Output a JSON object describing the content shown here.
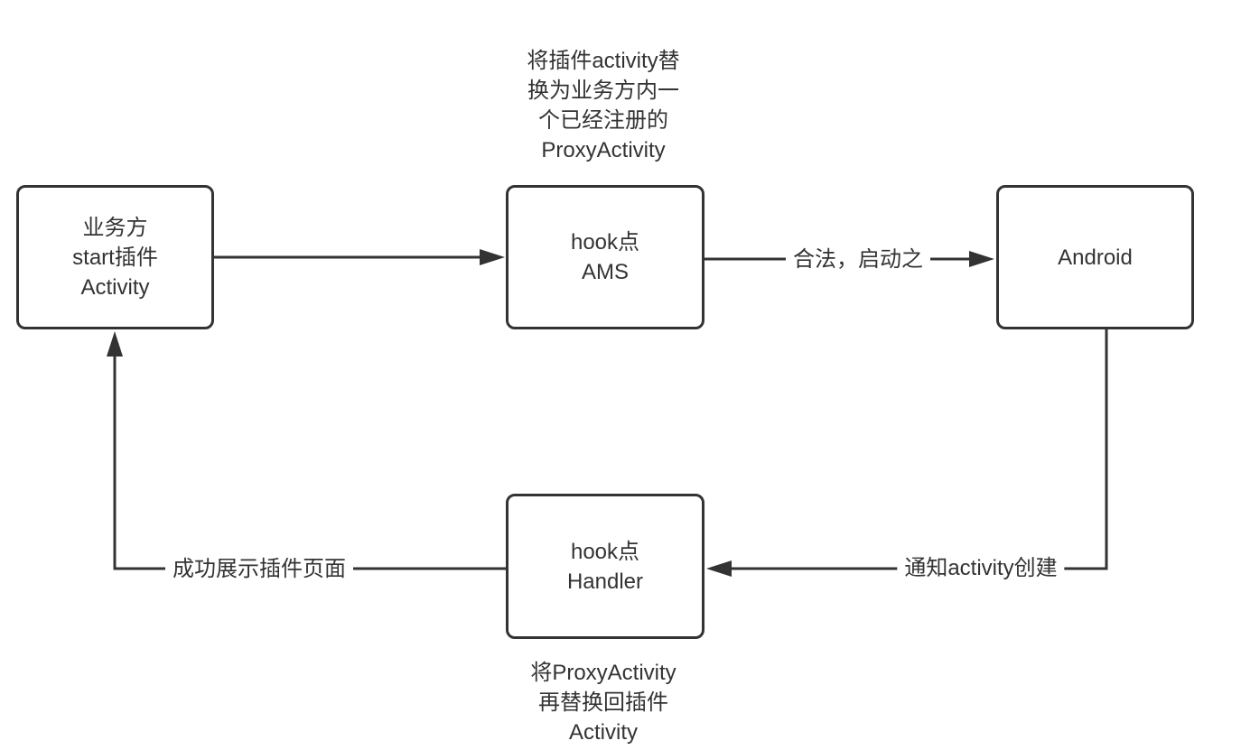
{
  "diagram": {
    "background_color": "#ffffff",
    "stroke_color": "#333333",
    "text_color": "#333333",
    "nodes": {
      "business": {
        "lines": [
          "业务方",
          "start插件",
          "Activity"
        ]
      },
      "ams": {
        "lines": [
          "hook点",
          "AMS"
        ]
      },
      "android": {
        "lines": [
          "Android"
        ]
      },
      "handler": {
        "lines": [
          "hook点",
          "Handler"
        ]
      }
    },
    "annotations": {
      "top": {
        "full_text": "将插件activity替换为业务方内一个已经注册的ProxyActivity",
        "lines": [
          "将插件activity替",
          "换为业务方内一",
          "个已经注册的",
          "ProxyActivity"
        ]
      },
      "bottom": {
        "full_text": "将ProxyActivity再替换回插件Activity",
        "lines": [
          "将ProxyActivity",
          "再替换回插件",
          "Activity"
        ]
      }
    },
    "edge_labels": {
      "legal": {
        "text": "合法，启动之"
      },
      "notify": {
        "text": "通知activity创建"
      },
      "success": {
        "text": "成功展示插件页面"
      }
    },
    "edges": [
      {
        "from": "business",
        "to": "ams",
        "label": ""
      },
      {
        "from": "ams",
        "to": "android",
        "label": "合法，启动之"
      },
      {
        "from": "android",
        "to": "handler",
        "label": "通知activity创建"
      },
      {
        "from": "handler",
        "to": "business",
        "label": "成功展示插件页面"
      }
    ]
  }
}
